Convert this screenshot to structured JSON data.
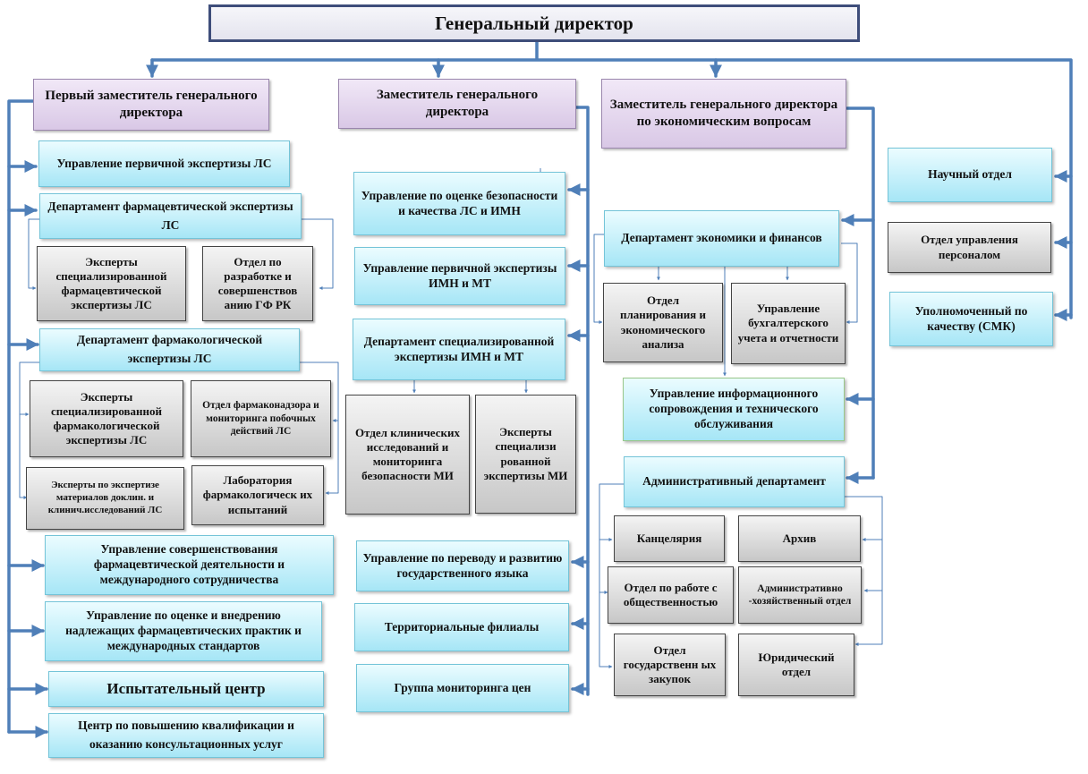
{
  "chart": {
    "director": "Генеральный директор",
    "deputies": {
      "first": "Первый заместитель генерального директора",
      "deputy": "Заместитель генерального директора",
      "economic": "Заместитель генерального директора по экономическим вопросам"
    },
    "left_column": {
      "primary_expertise_ls": "Управление первичной экспертизы ЛС",
      "pharm_expertise_dept": "Департамент фармацевтической экспертизы ЛС",
      "pharm_experts": "Эксперты специализированной фармацевтической экспертизы ЛС",
      "gf_rk_dept": "Отдел по разработке и совершенствов анию ГФ РК",
      "pharmacol_expertise_dept": "Департамент фармакологической экспертизы ЛС",
      "pharmacol_experts": "Эксперты специализированной фармакологической экспертизы ЛС",
      "pharmacovigilance_dept": "Отдел фармаконадзора и мониторинга побочных действий ЛС",
      "preclinical_experts": "Эксперты по экспертизе материалов доклин. и клинич.исследований ЛС",
      "pharmacol_lab": "Лаборатория фармакологическ их испытаний",
      "pharm_activity_mgmt": "Управление совершенствования фармацевтической деятельности и международного сотрудничества",
      "practices_mgmt": "Управление по оценке и внедрению надлежащих фармацевтических практик и международных стандартов",
      "testing_center": "Испытательный центр",
      "qualification_center": "Центр по повышению квалификации и оказанию консультационных услуг"
    },
    "middle_column": {
      "safety_quality_mgmt": "Управление по оценке безопасности и качества ЛС и ИМН",
      "primary_expertise_imn": "Управление первичной экспертизы ИМН и МТ",
      "special_expertise_dept": "Департамент специализированной экспертизы ИМН и МТ",
      "clinical_dept": "Отдел клинических исследований и мониторинга безопасности МИ",
      "mi_experts": "Эксперты специализи рованной экспертизы МИ",
      "language_mgmt": "Управление по переводу и развитию государственного языка",
      "branches": "Территориальные филиалы",
      "price_group": "Группа мониторинга цен"
    },
    "right_column": {
      "economics_dept": "Департамент экономики и финансов",
      "planning_dept": "Отдел планирования и экономического анализа",
      "accounting_mgmt": "Управление бухгалтерского учета и отчетности",
      "it_mgmt": "Управление информационного сопровождения и технического обслуживания",
      "admin_dept": "Административный департамент",
      "chancellery": "Канцелярия",
      "archive": "Архив",
      "public_relations": "Отдел по работе с общественностью",
      "admin_economic": "Административно -хозяйственный отдел",
      "procurement": "Отдел государственн ых закупок",
      "legal": "Юридический отдел"
    },
    "far_right": {
      "science_dept": "Научный отдел",
      "hr_dept": "Отдел управления персоналом",
      "quality_rep": "Уполномоченный по качеству (СМК)"
    }
  },
  "colors": {
    "connector": "#4f7fb8",
    "director_border": "#3e4d7a",
    "deputy_fill": "#e3d5ee",
    "unit_fill": "#bfeefa",
    "subunit_fill": "#d8d8d8"
  }
}
